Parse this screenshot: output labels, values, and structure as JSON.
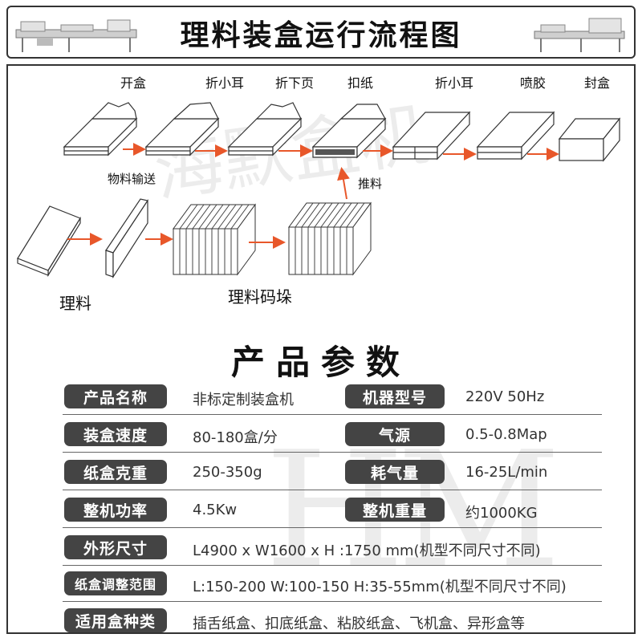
{
  "header": {
    "title": "理料装盒运行流程图"
  },
  "flow": {
    "steps": [
      "开盒",
      "折小耳",
      "折下页",
      "扣纸",
      "折小耳",
      "喷胶",
      "封盒"
    ],
    "conveying_label": "物料输送",
    "push_label": "推料",
    "sorting_label": "理料",
    "stacking_label": "理料码垛"
  },
  "params": {
    "section_title": "产品参数",
    "rows": [
      {
        "label": "产品名称",
        "value": "非标定制装盒机",
        "label2": "机器型号",
        "value2": "220V 50Hz"
      },
      {
        "label": "装盒速度",
        "value": "80-180盒/分",
        "label2": "气源",
        "value2": "0.5-0.8Map"
      },
      {
        "label": "纸盒克重",
        "value": "250-350g",
        "label2": "耗气量",
        "value2": "16-25L/min"
      },
      {
        "label": "整机功率",
        "value": "4.5Kw",
        "label2": "整机重量",
        "value2": "约1000KG"
      },
      {
        "label": "外形尺寸",
        "value": "L4900 x W1600  x  H :1750 mm(机型不同尺寸不同)"
      },
      {
        "label": "纸盒调整范围",
        "value": "L:150-200 W:100-150 H:35-55mm(机型不同尺寸不同)"
      },
      {
        "label": "适用盒种类",
        "value": "插舌纸盒、扣底纸盒、粘胶纸盒、飞机盒、异形盒等"
      }
    ]
  },
  "watermark": {
    "text1": "海默盒机",
    "text2": "HM"
  },
  "colors": {
    "pill_bg": "#444444",
    "arrow": "#e8572a",
    "text": "#222222"
  }
}
